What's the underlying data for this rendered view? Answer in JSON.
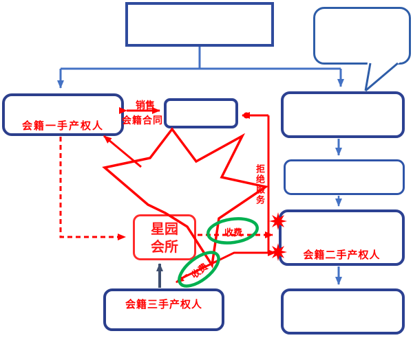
{
  "diagram": {
    "boxes": {
      "owner1_label": "会籍一手产权人",
      "owner2_label": "会籍二手产权人",
      "owner3_label": "会籍三手产权人",
      "club_line1": "星园",
      "club_line2": "会所"
    },
    "edge_labels": {
      "sell_top": "销售",
      "sell_bottom": "会籍合同",
      "vertical_right": "拒绝服务",
      "fee_circle_1": "收费",
      "fee_circle_2": "收费"
    },
    "colors": {
      "navy_border": "#2C4192",
      "connector_blue": "#4472C4",
      "dispute_red": "#FF0000",
      "highlight_green": "#00B050",
      "gray_arrow": "#3F4F6F",
      "club_border_red": "#FF2B2B"
    }
  }
}
